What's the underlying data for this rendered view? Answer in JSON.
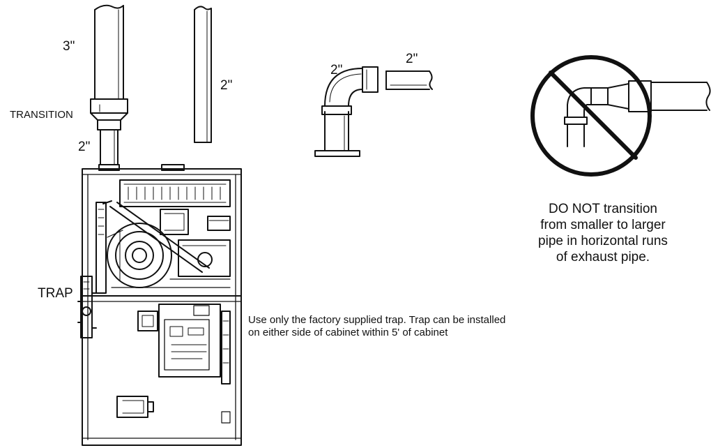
{
  "labels": {
    "pipe_3in": "3\"",
    "pipe_2in_right": "2\"",
    "transition": "TRANSITION",
    "pipe_2in_lower": "2\"",
    "trap": "TRAP",
    "elbow_2in": "2\"",
    "straight_2in": "2\""
  },
  "trap_note": {
    "line1": "Use only the factory supplied trap.  Trap can be installed",
    "line2": "on either side of cabinet within 5' of cabinet"
  },
  "warning": {
    "line1": "DO NOT transition",
    "line2": "from smaller to larger",
    "line3": "pipe in horizontal runs",
    "line4": "of exhaust pipe."
  },
  "icons": [
    "furnace-icon",
    "pipe-icon",
    "elbow-icon",
    "prohibition-icon"
  ],
  "colors": {
    "line": "#111111",
    "background": "#ffffff"
  }
}
